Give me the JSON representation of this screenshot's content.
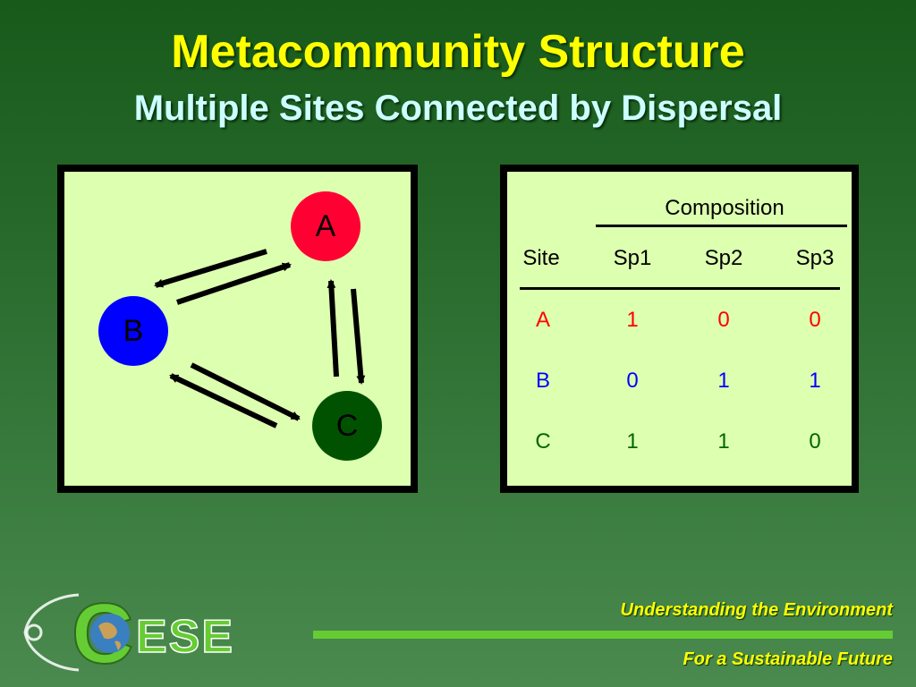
{
  "title": "Metacommunity Structure",
  "subtitle": "Multiple Sites Connected by Dispersal",
  "diagram": {
    "nodes": [
      {
        "label": "A",
        "color": "#ff0033"
      },
      {
        "label": "B",
        "color": "#0000ff"
      },
      {
        "label": "C",
        "color": "#005200"
      }
    ]
  },
  "table": {
    "group_header": "Composition",
    "headers": [
      "Site",
      "Sp1",
      "Sp2",
      "Sp3"
    ],
    "rows": [
      {
        "site": "A",
        "values": [
          "1",
          "0",
          "0"
        ],
        "color": "#ff0000"
      },
      {
        "site": "B",
        "values": [
          "0",
          "1",
          "1"
        ],
        "color": "#0000ff"
      },
      {
        "site": "C",
        "values": [
          "1",
          "1",
          "0"
        ],
        "color": "#006600"
      }
    ]
  },
  "footer": {
    "line1": "Understanding the Environment",
    "line2": "For a Sustainable Future",
    "logo_text": "ESE",
    "logo_letter": "C"
  }
}
